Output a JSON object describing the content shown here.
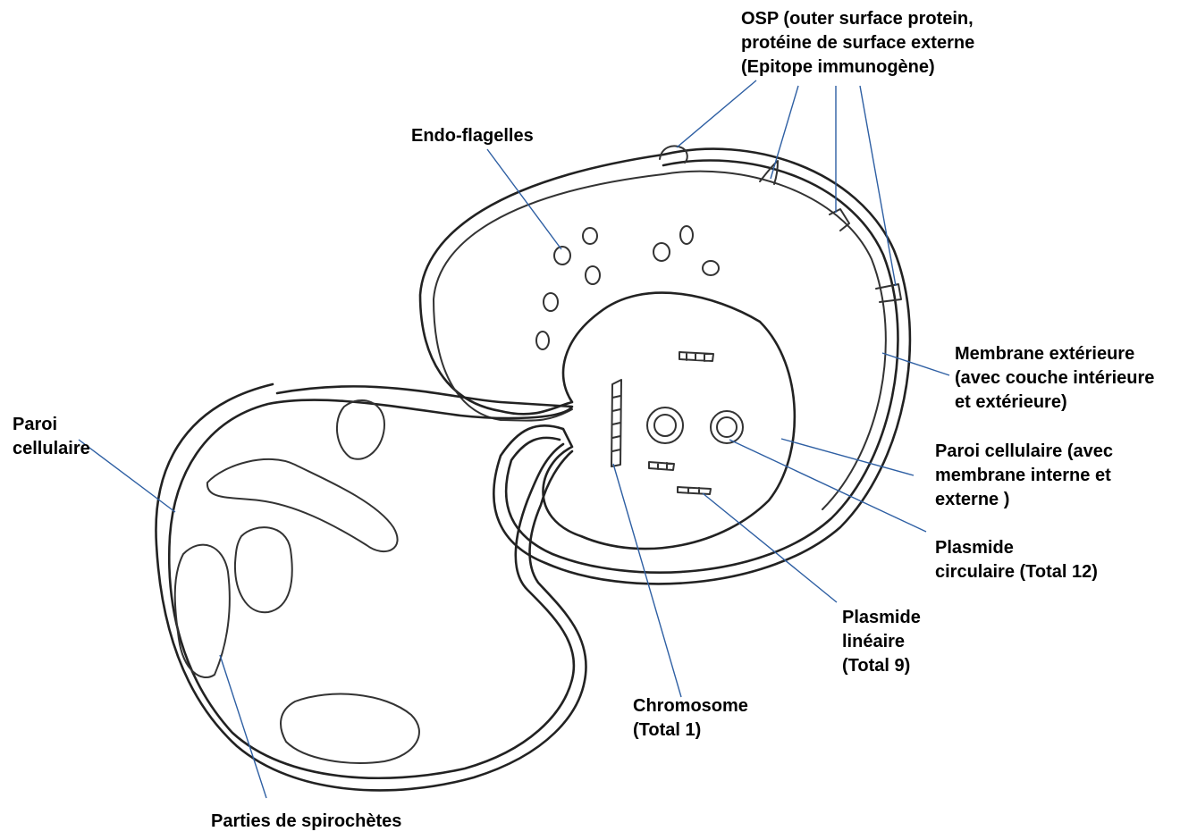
{
  "labels": {
    "osp": [
      "OSP (outer surface protein,",
      "protéine de surface externe",
      "(Epitope immunogène)"
    ],
    "endo": [
      "Endo-flagelles"
    ],
    "membrane_ext": [
      "Membrane extérieure",
      "(avec couche intérieure",
      "et extérieure)"
    ],
    "paroi_left": [
      "Paroi",
      "cellulaire"
    ],
    "paroi_right": [
      "Paroi cellulaire (avec",
      "membrane interne et",
      "externe )"
    ],
    "plasmide_circ": [
      "Plasmide",
      "circulaire (Total 12)"
    ],
    "plasmide_lin": [
      "Plasmide",
      "linéaire",
      "(Total 9)"
    ],
    "chromosome": [
      "Chromosome",
      "(Total 1)"
    ],
    "parties": [
      "Parties de spirochètes"
    ]
  },
  "colors": {
    "leader_line": "#2e5fa3",
    "sketch": "#222222",
    "text": "#000000"
  }
}
